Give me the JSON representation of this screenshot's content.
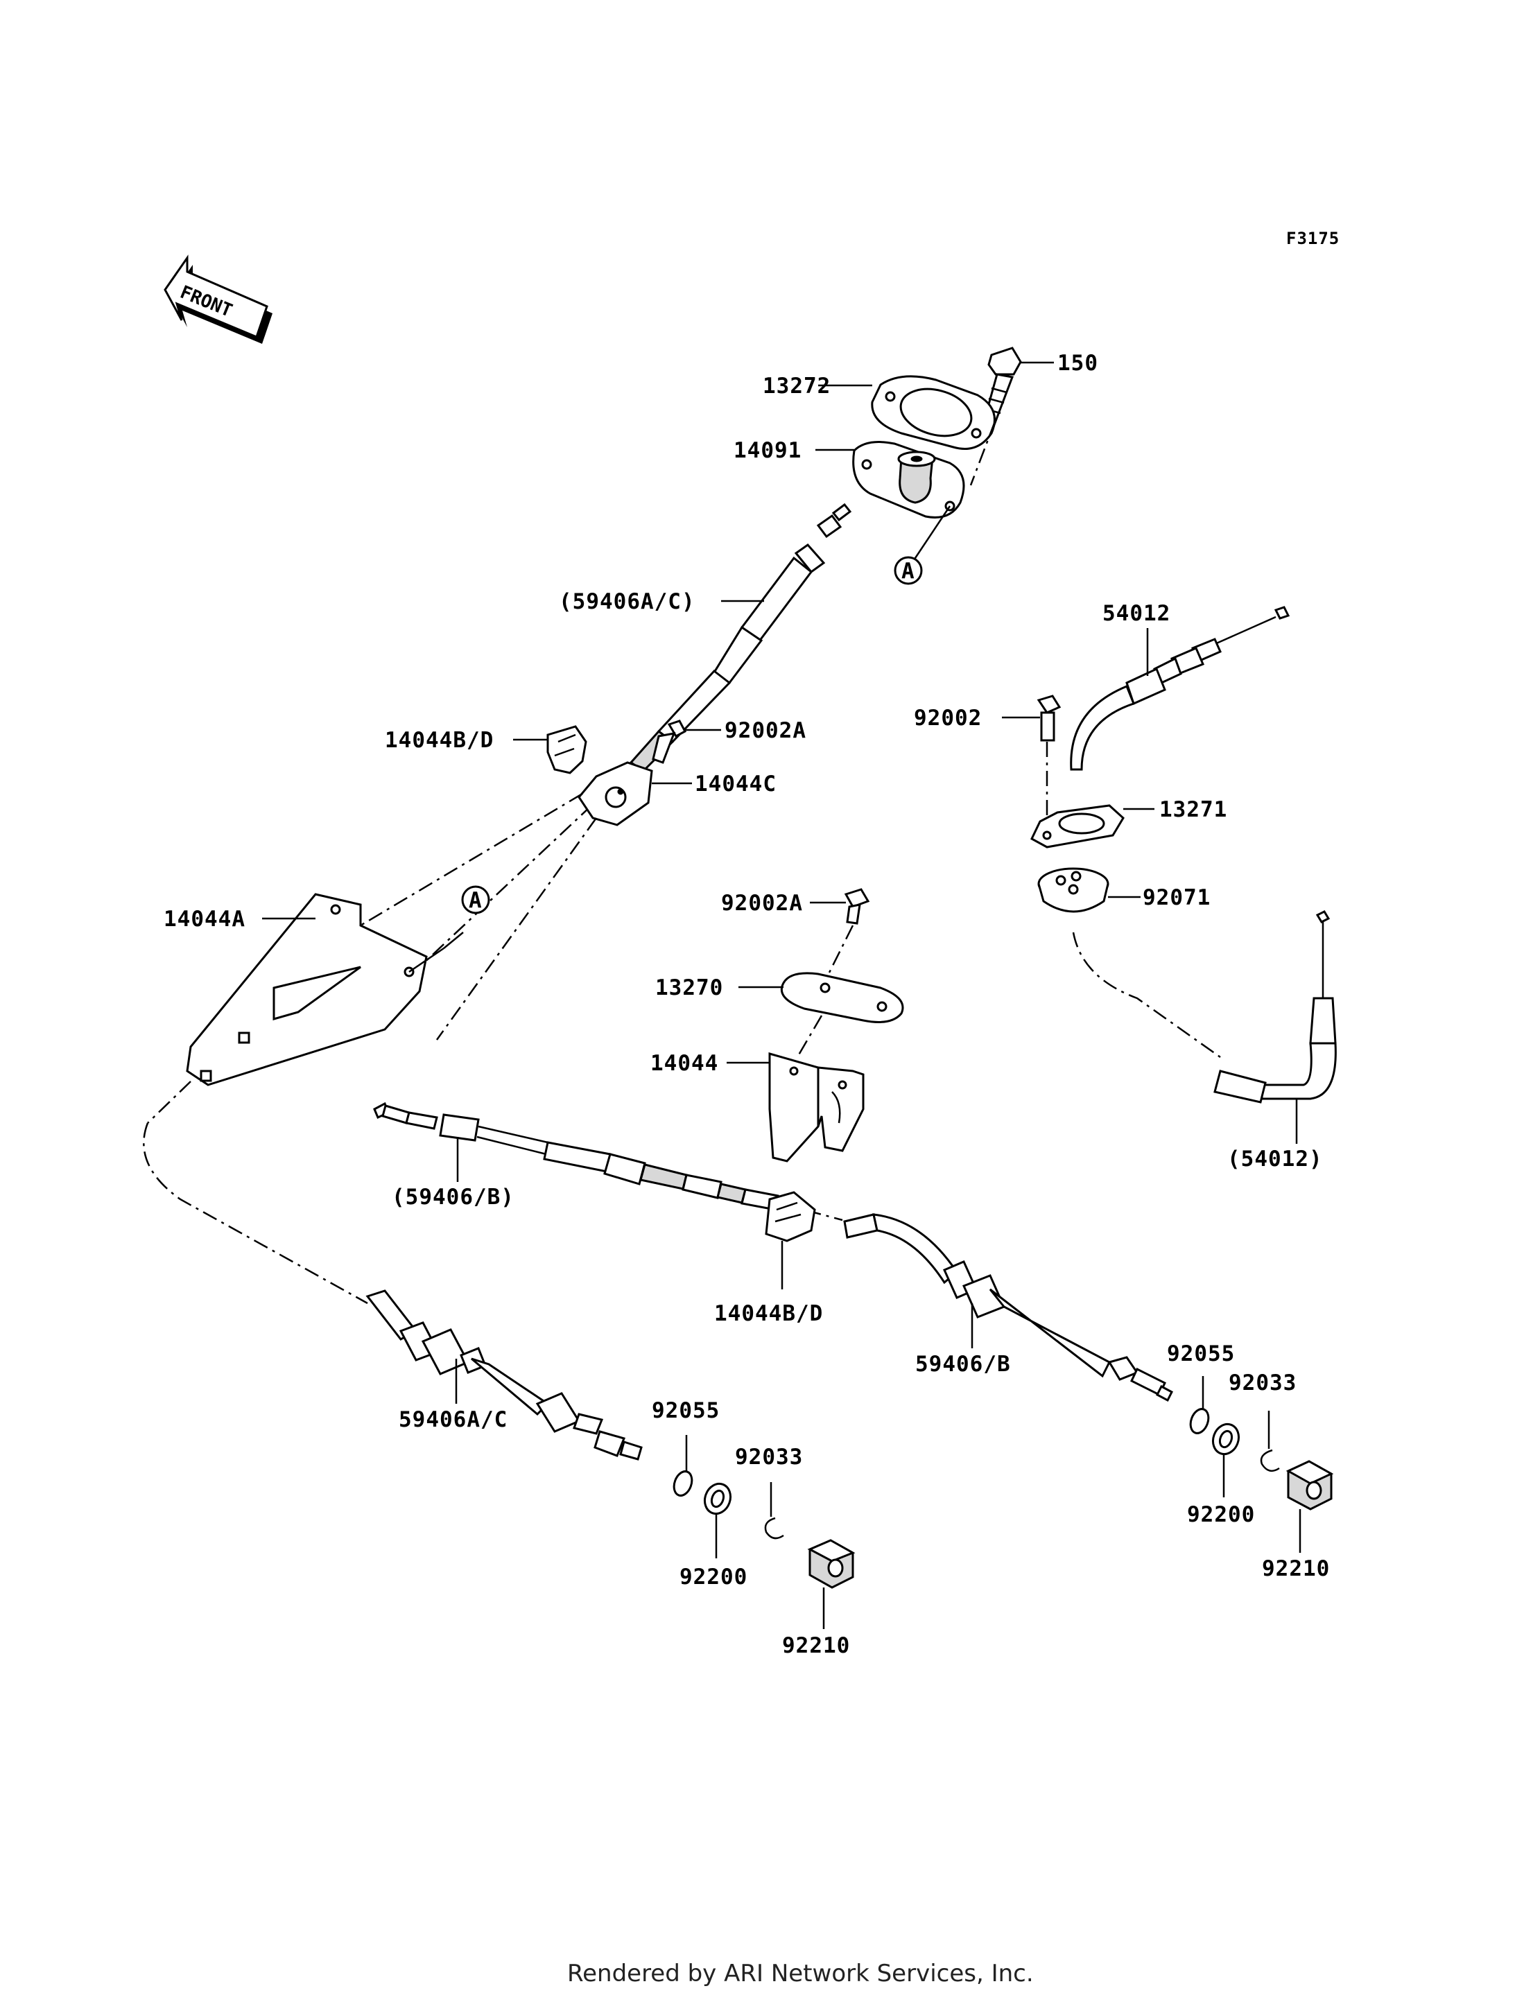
{
  "figure_id": "F3175",
  "front_label": "FRONT",
  "reference_mark": "A",
  "footer": "Rendered by ARI Network Services, Inc.",
  "callouts": {
    "c150": "150",
    "c13272": "13272",
    "c14091": "14091",
    "c59406ac_paren": "(59406A/C)",
    "c14044bd_top": "14044B/D",
    "c92002a_top": "92002A",
    "c14044c": "14044C",
    "c14044a": "14044A",
    "c54012": "54012",
    "c92002": "92002",
    "c13271": "13271",
    "c92071": "92071",
    "c92002a_mid": "92002A",
    "c13270": "13270",
    "c14044": "14044",
    "c54012_paren": "(54012)",
    "c59406b_paren": "(59406/B)",
    "c14044bd_bot": "14044B/D",
    "c59406b": "59406/B",
    "c59406ac": "59406A/C",
    "c92055_left": "92055",
    "c92033_left": "92033",
    "c92200_left": "92200",
    "c92210_left": "92210",
    "c92055_right": "92055",
    "c92033_right": "92033",
    "c92200_right": "92200",
    "c92210_right": "92210"
  }
}
